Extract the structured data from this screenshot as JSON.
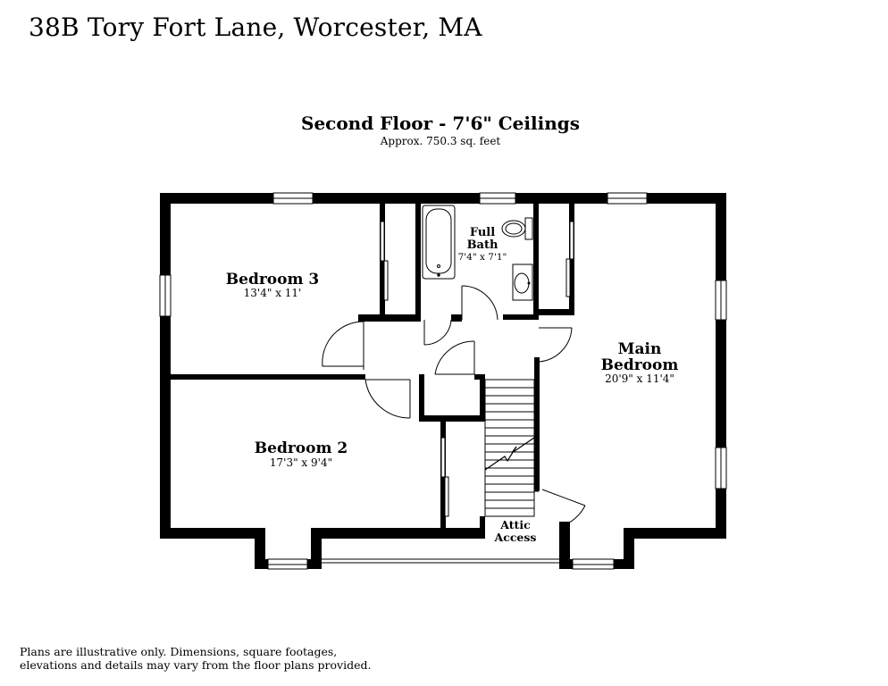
{
  "address": "38B Tory Fort Lane, Worcester, MA",
  "floor": {
    "title": "Second Floor - 7'6\" Ceilings",
    "area": "Approx. 750.3 sq. feet"
  },
  "rooms": {
    "bedroom3": {
      "name": "Bedroom 3",
      "dims": "13'4\" x 11'"
    },
    "bedroom2": {
      "name": "Bedroom 2",
      "dims": "17'3\" x 9'4\""
    },
    "bath": {
      "name_line1": "Full",
      "name_line2": "Bath",
      "dims": "7'4\" x 7'1\""
    },
    "main": {
      "name_line1": "Main",
      "name_line2": "Bedroom",
      "dims": "20'9\" x 11'4\""
    },
    "attic": {
      "name_line1": "Attic",
      "name_line2": "Access"
    }
  },
  "disclaimer": {
    "line1": "Plans are illustrative only. Dimensions, square footages,",
    "line2": "elevations and details may vary from the floor plans provided."
  }
}
